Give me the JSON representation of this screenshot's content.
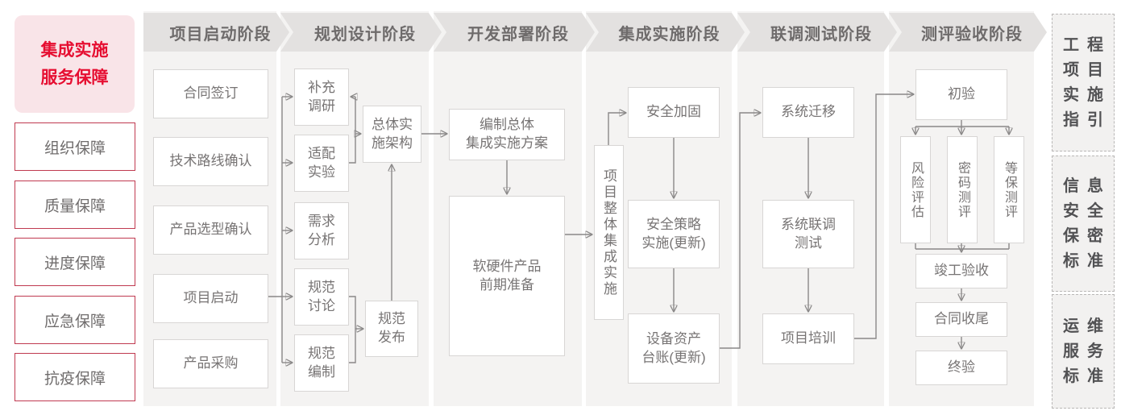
{
  "sidebar": {
    "title": "集成实施\n服务保障",
    "items": [
      "组织保障",
      "质量保障",
      "进度保障",
      "应急保障",
      "抗疫保障"
    ]
  },
  "phases": [
    {
      "label": "项目启动阶段"
    },
    {
      "label": "规划设计阶段"
    },
    {
      "label": "开发部署阶段"
    },
    {
      "label": "集成实施阶段"
    },
    {
      "label": "联调测试阶段"
    },
    {
      "label": "测评验收阶段"
    }
  ],
  "nodes": {
    "contract_signing": "合同签订",
    "tech_route_confirm": "技术路线确认",
    "product_selection_confirm": "产品选型确认",
    "project_kickoff": "项目启动",
    "product_procurement": "产品采购",
    "supplementary_research": "补充\n调研",
    "adaptation_experiment": "适配\n实验",
    "requirements_analysis": "需求\n分析",
    "spec_discussion": "规范\n讨论",
    "spec_drafting": "规范\n编制",
    "overall_impl_architecture": "总体实\n施架构",
    "spec_release": "规范\n发布",
    "overall_integration_plan": "编制总体\n集成实施方案",
    "hw_sw_preparation": "软硬件产品\n前期准备",
    "overall_integration_impl": "项目整体集成实施",
    "security_hardening": "安全加固",
    "security_policy_impl": "安全策略\n实施(更新)",
    "equipment_asset_ledger": "设备资产\n台账(更新)",
    "system_migration": "系统迁移",
    "system_joint_test": "系统联调\n测试",
    "project_training": "项目培训",
    "initial_acceptance": "初验",
    "risk_assessment": "风险评估",
    "crypto_evaluation": "密码测评",
    "mlps_evaluation": "等保测评",
    "completion_acceptance": "竣工验收",
    "contract_closure": "合同收尾",
    "final_acceptance": "终验"
  },
  "standards": [
    {
      "label": "工程\n项目\n实施\n指引"
    },
    {
      "label": "信息\n安全\n保密\n标准"
    },
    {
      "label": "运维\n服务\n标准"
    }
  ],
  "colors": {
    "accent_red": "#e60e31",
    "sidebar_border_red": "#c03a50",
    "sidebar_pink_bg": "#f9e4e8",
    "panel_bg": "#f4f3f2",
    "header_bg": "#e3e1e0",
    "box_border": "#d8d6d5",
    "text_gray": "#777474",
    "connector_gray": "#8a8888"
  }
}
